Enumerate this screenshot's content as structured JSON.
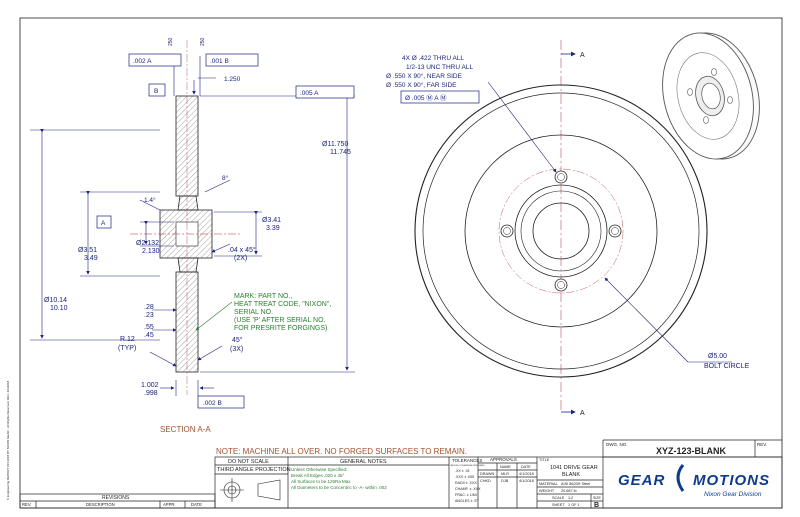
{
  "callouts": {
    "hole_line1": "4X Ø .422 THRU ALL",
    "hole_line2": "1/2-13 UNC THRU ALL",
    "hole_line3": "Ø .550 X 90°, NEAR SIDE",
    "hole_line4": "Ø .550 X 90°, FAR SIDE",
    "hole_fcf": "Ø .005 Ⓜ A Ⓜ",
    "bolt_circle_dia": "Ø5.00",
    "bolt_circle_label": "BOLT CIRCLE",
    "section_arrow": "A"
  },
  "section": {
    "title": "SECTION A-A",
    "fcf_top1": ".002 A",
    "fcf_top2": ".001 B",
    "fcf_face": ".005 A",
    "fcf_bottom": ".002 B",
    "datum_b": "B",
    "datum_a": "A",
    "dim_1250": "1.250",
    "od_hi": "Ø11.750",
    "od_lo": "11.745",
    "angle_8": "8°",
    "angle_14": "1.4°",
    "hub_hi": "Ø3.41",
    "hub_lo": "3.39",
    "bore_hi": "Ø2.132",
    "bore_lo": "2.130",
    "step_hi": "Ø3.51",
    "step_lo": "3.49",
    "chamfer": ".04 x 45°",
    "chamfer_count": "(2X)",
    "rim_hi": "Ø10.14",
    "rim_lo": "10.10",
    "t1_hi": ".28",
    "t1_lo": ".23",
    "t2_hi": ".55",
    "t2_lo": ".45",
    "radius": "R.12",
    "radius_note": "(TYP)",
    "angle_45": "45°",
    "angle_45_note": "(3X)",
    "width_hi": "1.002",
    "width_lo": ".998",
    "finish1": "250",
    "finish2": "250"
  },
  "mark_note": {
    "line1": "MARK: PART NO.,",
    "line2": "HEAT TREAT CODE, \"NIXON\",",
    "line3": "SERIAL NO.",
    "line4": "(USE 'P' AFTER SERIAL NO.",
    "line5": "FOR PRESRITE FORGINGS)"
  },
  "machine_note": "NOTE: MACHINE ALL OVER. NO FORGED SURFACES TO REMAIN.",
  "title_block": {
    "do_not_scale": "DO NOT SCALE",
    "general_notes_header": "GENERAL NOTES",
    "projection": "THIRD ANGLE PROJECTION",
    "notes": [
      "Unless Otherwise Specified:",
      "Break All Edges .020 x 45°",
      "All Surfaces to be 125Ra Max",
      "All Diameters to be Concentric to -A- within .002"
    ],
    "tolerances_header": "TOLERANCES",
    "tolerances_sub": "UNLESS OTHERWISE SPECIFIED",
    "tolerances": [
      ".XX ± .01",
      ".XXX ± .005",
      "RADII ± .XXX",
      "CHAMF. ± .XXX",
      "FRAC. ± 1/64",
      "ANGLES ± .5°"
    ],
    "approvals_header": "APPROVALS",
    "name_col": "NAME",
    "date_col": "DATE",
    "drawn": "DRAWN",
    "drawn_name": "MLR",
    "drawn_date": "4/1/2018",
    "checked": "CHKD",
    "checked_name": "DJB",
    "checked_date": "4/1/2018",
    "title_label": "TITLE",
    "title_line1": "1041 DRIVE GEAR",
    "title_line2": "BLANK",
    "material_label": "MATERIAL",
    "material": "AISI 8620H Steel",
    "weight_label": "WEIGHT",
    "weight": "20.687 lb",
    "scale_label": "SCALE",
    "scale": "1:2",
    "sheet_label": "SHEET",
    "sheet": "1 OF 1",
    "size_label": "SIZE",
    "size": "B",
    "dwg_label": "DWG. NO.",
    "dwg_no": "XYZ-123-BLANK",
    "rev_label": "REV.",
    "revisions_header": "REVISIONS",
    "rev_col": "REV.",
    "desc_col": "DESCRIPTION",
    "appr_col": "APPR.",
    "date_col2": "DATE",
    "side_text": "© Engineering REPORT ON 2018 BY NIXON GEAR - All Rights Reserved. REV. 4/1/2018"
  },
  "logo": {
    "text1": "GEAR",
    "text2": "MOTIONS",
    "division": "Nixon Gear Division",
    "brand_color": "#0d3b8c"
  }
}
